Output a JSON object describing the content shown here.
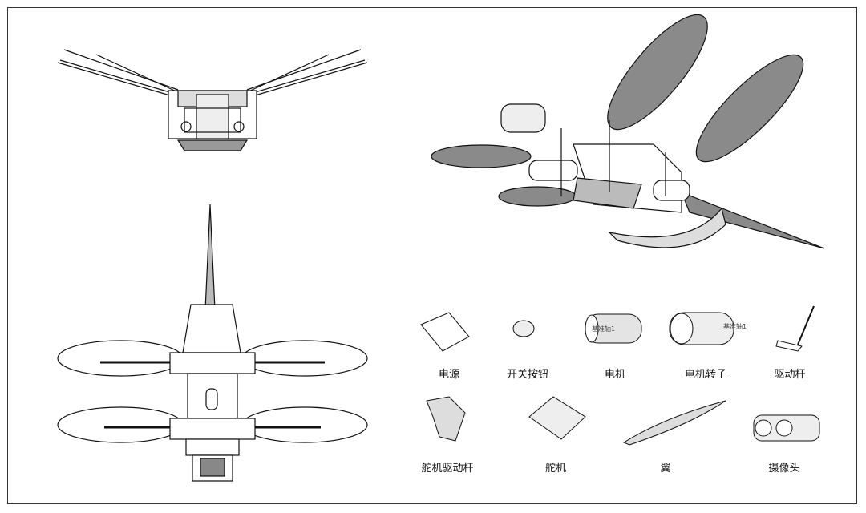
{
  "parts": [
    {
      "id": "power",
      "label": "电源"
    },
    {
      "id": "switch",
      "label": "开关按钮"
    },
    {
      "id": "motor",
      "label": "电机"
    },
    {
      "id": "rotor",
      "label": "电机转子"
    },
    {
      "id": "drive-rod",
      "label": "驱动杆"
    },
    {
      "id": "servo-rod",
      "label": "舵机驱动杆"
    },
    {
      "id": "servo",
      "label": "舵机"
    },
    {
      "id": "wing",
      "label": "翼"
    },
    {
      "id": "camera",
      "label": "摄像头"
    }
  ],
  "annotations": {
    "datum_axis": "基准轴1"
  },
  "colors": {
    "wing_fill": "#8a8a8a",
    "line": "#111111",
    "frame": "#333333"
  }
}
